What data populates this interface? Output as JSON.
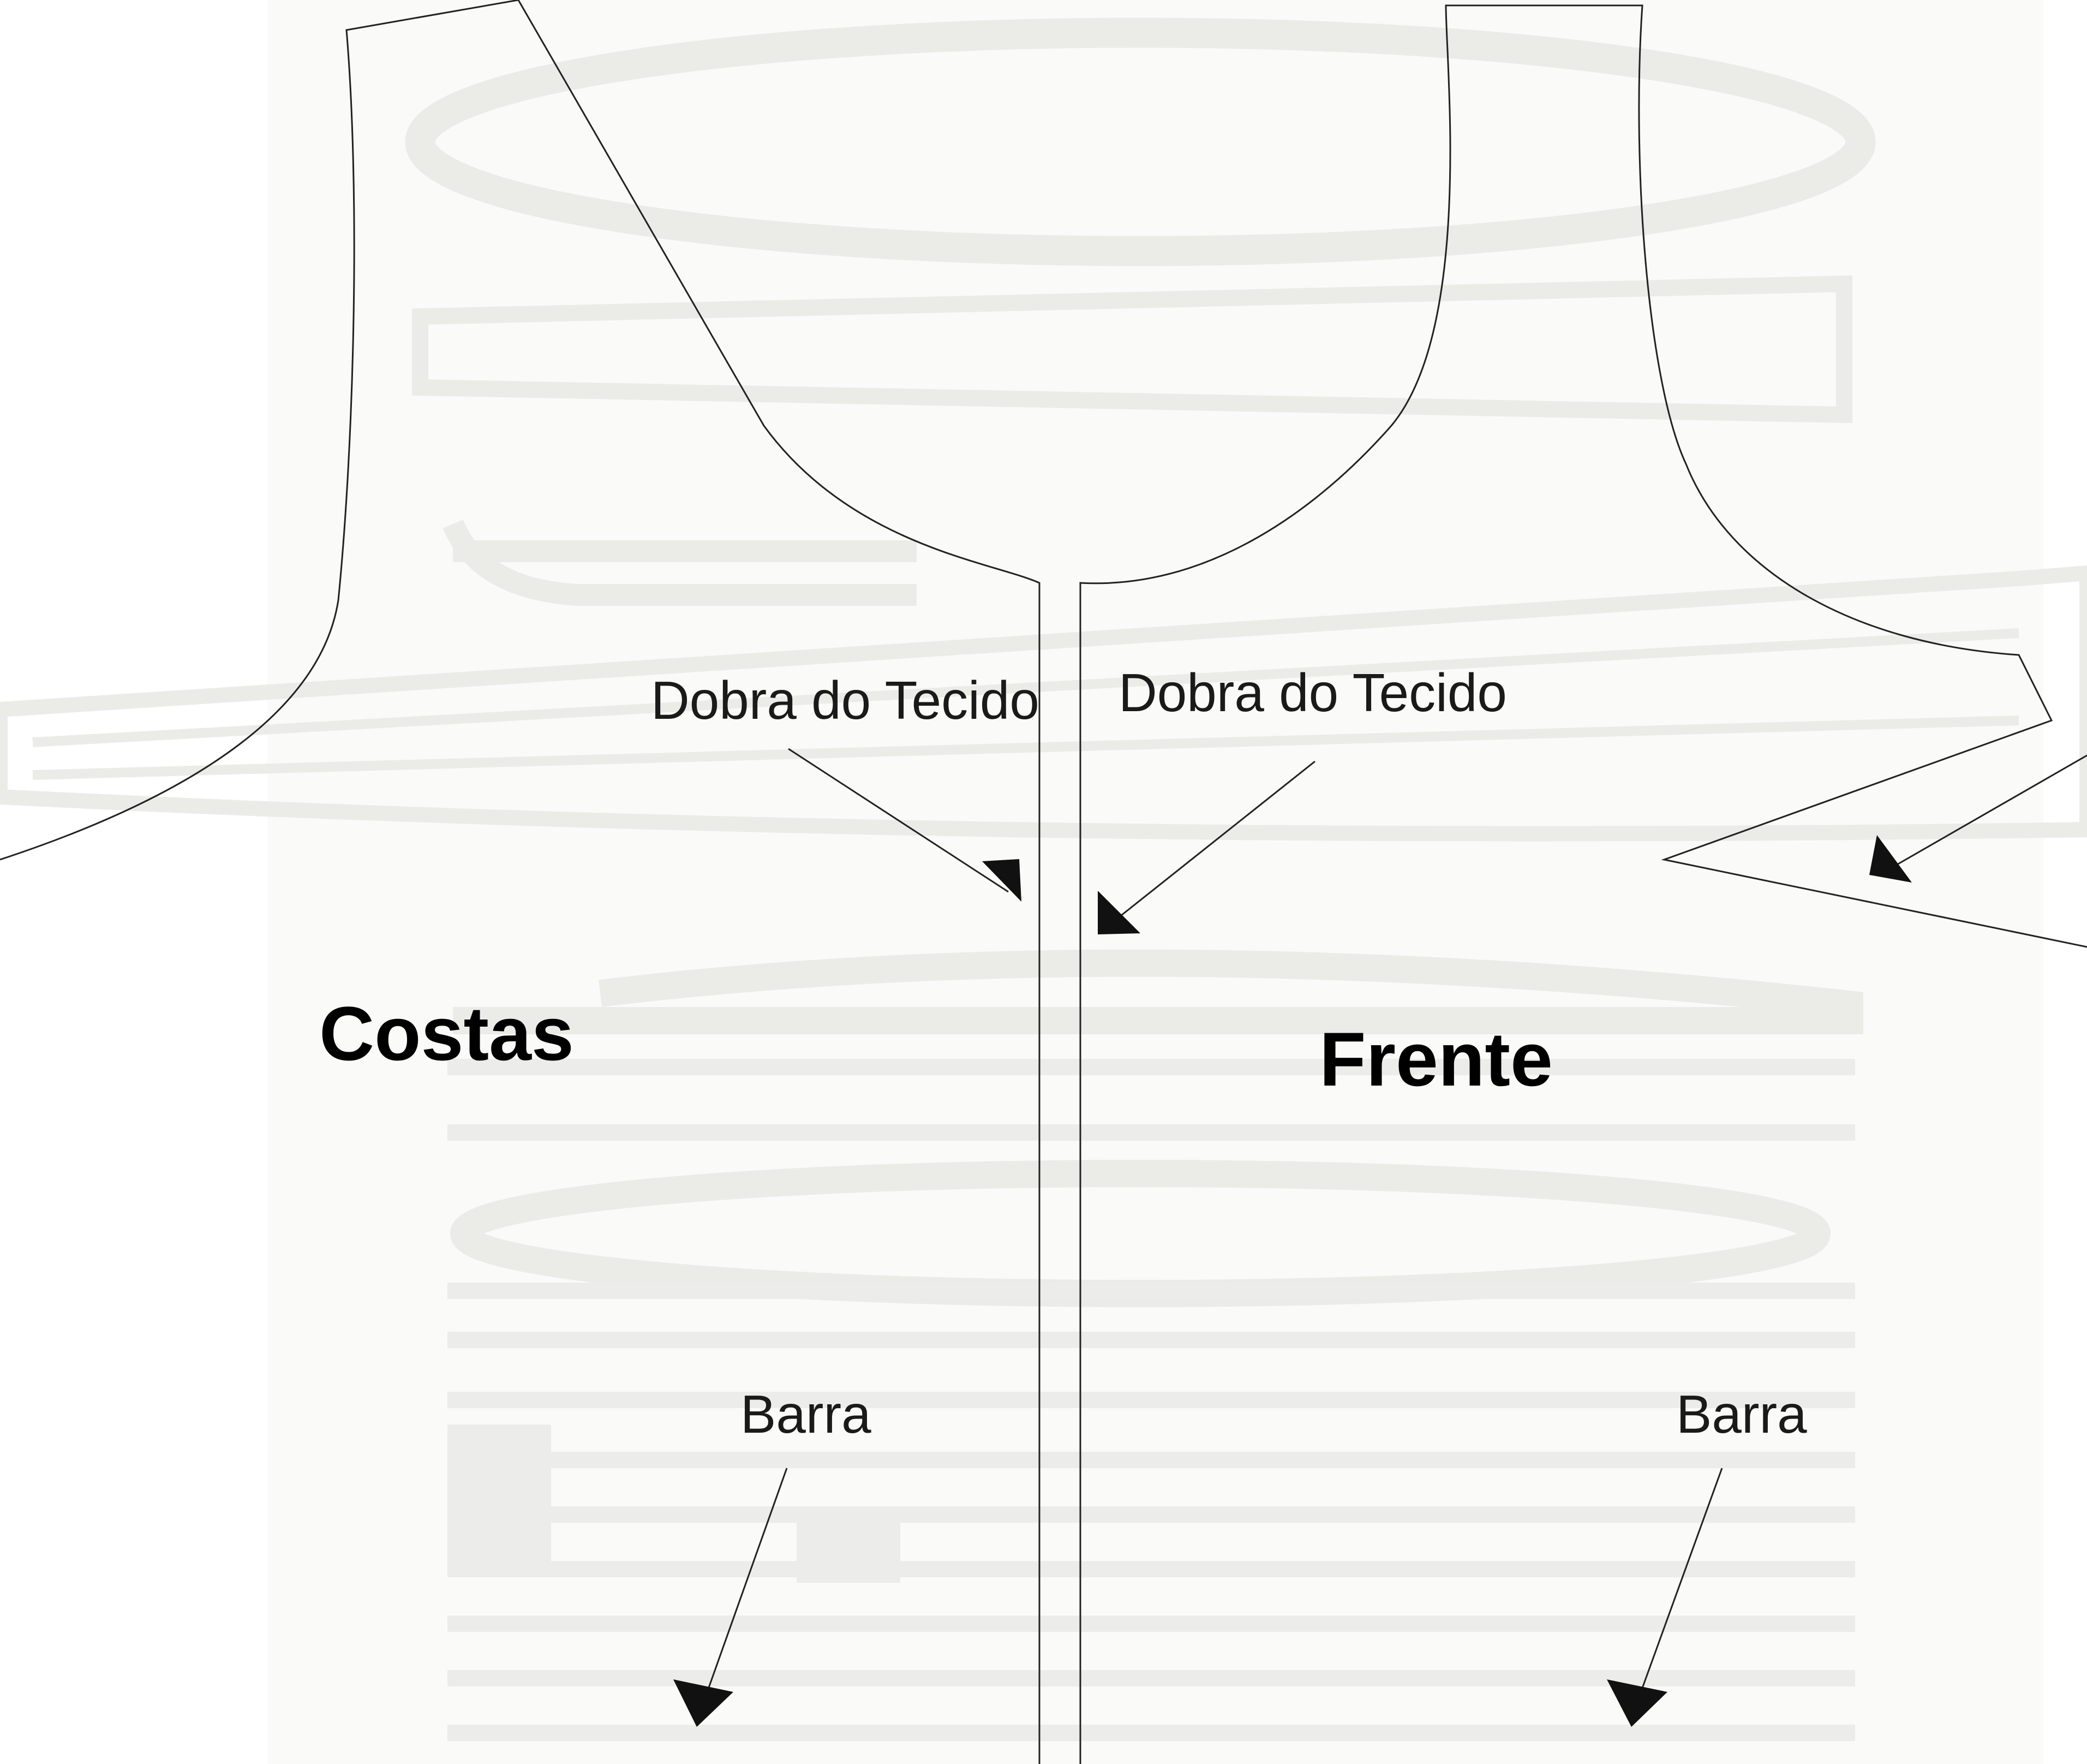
{
  "pattern": {
    "back_piece": {
      "name": "Costas",
      "fold_label": "Dobra do Tecido",
      "hem_label": "Barra"
    },
    "front_piece": {
      "name": "Frente",
      "fold_label": "Dobra do Tecido",
      "hem_label": "Barra"
    }
  },
  "colors": {
    "outline": "#222222",
    "text": "#1a1a1a",
    "watermark": "#ebebe8",
    "paper": "#fafaf8"
  }
}
